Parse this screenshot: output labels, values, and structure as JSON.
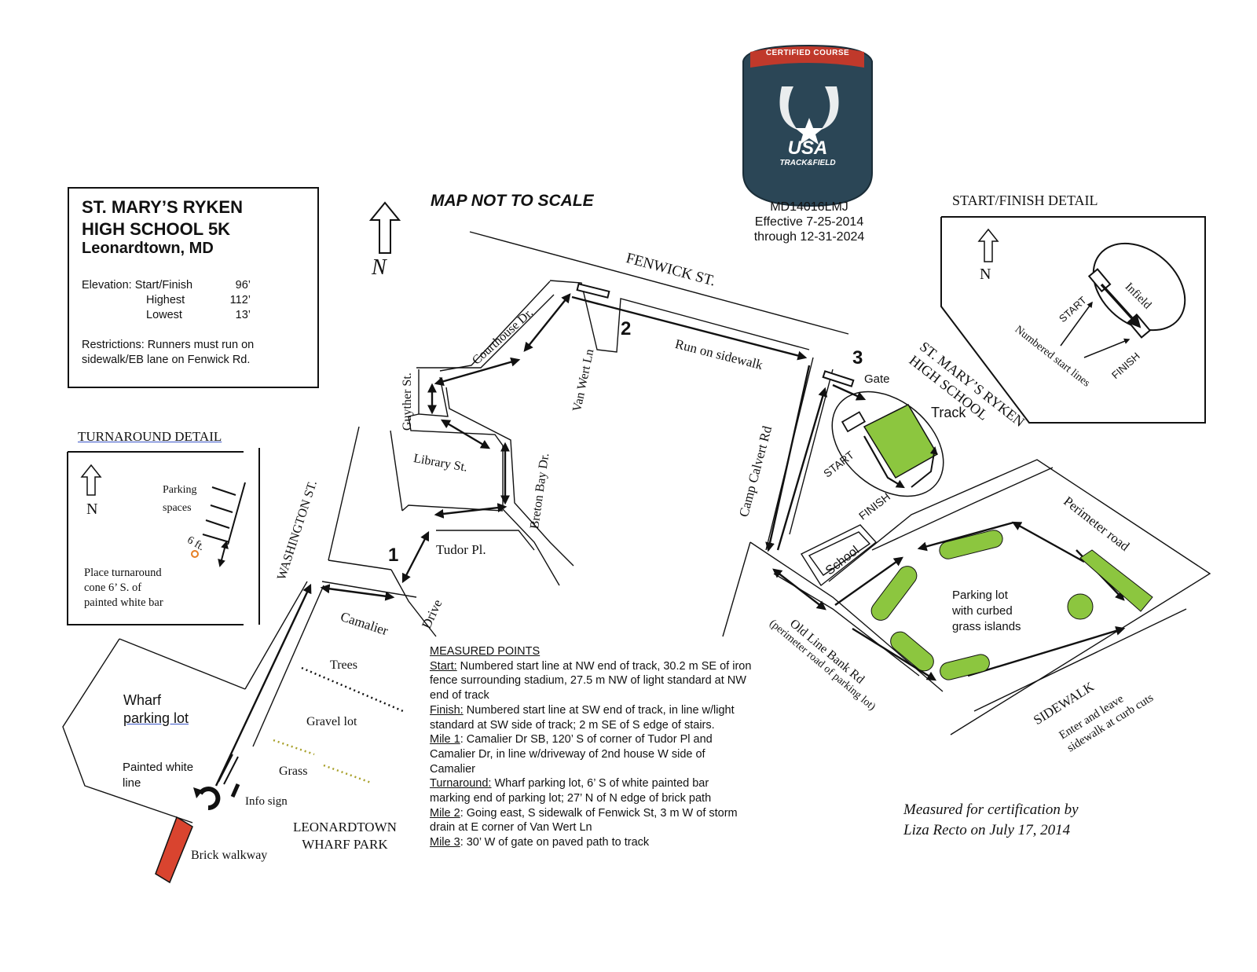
{
  "title": {
    "line1": "ST. MARY’S RYKEN",
    "line2": "HIGH SCHOOL 5K",
    "location": "Leonardtown, MD"
  },
  "elevation": {
    "label": "Elevation:",
    "rows": [
      {
        "label": "Start/Finish",
        "value": "96’"
      },
      {
        "label": "Highest",
        "value": "112’"
      },
      {
        "label": "Lowest",
        "value": "13’"
      }
    ]
  },
  "restrictions": "Restrictions:  Runners must run on sidewalk/EB lane on Fenwick Rd.",
  "map_note": "MAP NOT TO SCALE",
  "certification": {
    "badge_top": "CERTIFIED COURSE",
    "badge_brand": "USA",
    "badge_sub": "TRACK&FIELD",
    "course_id": "MD14016LMJ",
    "effective": "Effective 7-25-2014",
    "through": "through 12-31-2024",
    "colors": {
      "badge": "#2b4656",
      "banner": "#c0392b",
      "grass": "#8cc63f",
      "brick": "#d9442f",
      "cone": "#e67e22"
    }
  },
  "north_label": "N",
  "streets": {
    "fenwick": "FENWICK ST.",
    "courthouse": "Courthouse Dr.",
    "guyther": "Guyther St.",
    "van_wert": "Van Wert Ln",
    "library": "Library St.",
    "breton_bay": "Breton Bay Dr.",
    "washington": "WASHINGTON ST.",
    "tudor": "Tudor Pl.",
    "camalier": "Camalier",
    "drive": "Drive",
    "camp_calvert": "Camp Calvert Rd",
    "old_line": "Old Line Bank Rd",
    "perimeter_note": "(perimeter road of parking lot)",
    "run_on_sidewalk": "Run on sidewalk"
  },
  "markers": {
    "mile1": "1",
    "mile2": "2",
    "mile3": "3"
  },
  "places": {
    "gate": "Gate",
    "track": "Track",
    "start": "START",
    "finish": "FINISH",
    "school": "School",
    "school_name_1": "ST. MARY’S RYKEN",
    "school_name_2": "HIGH SCHOOL",
    "parking_lot": [
      "Parking lot",
      "with curbed",
      "grass islands"
    ],
    "perimeter_road": "Perimeter road",
    "sidewalk": "SIDEWALK",
    "enter_leave": [
      "Enter and leave",
      "sidewalk at curb cuts"
    ],
    "trees": "Trees",
    "gravel_lot": "Gravel lot",
    "grass": "Grass",
    "wharf_parking_1": "Wharf",
    "wharf_parking_2": "parking  lot",
    "painted_white_1": "Painted white",
    "painted_white_2": "line",
    "info_sign": "Info sign",
    "wharf_park_1": "LEONARDTOWN",
    "wharf_park_2": "WHARF PARK",
    "brick_walkway": "Brick walkway"
  },
  "turnaround_detail": {
    "heading": "TURNAROUND  DETAIL",
    "parking_1": "Parking",
    "parking_2": "spaces",
    "distance": "6 ft.",
    "note": [
      "Place turnaround",
      "cone 6’ S. of",
      "painted white bar"
    ]
  },
  "start_finish_detail": {
    "heading": "START/FINISH DETAIL",
    "start": "START",
    "infield": "Infield",
    "finish": "FINISH",
    "numbered": "Numbered start lines"
  },
  "measured_points": {
    "heading": "MEASURED POINTS",
    "items": [
      {
        "label": "Start:",
        "text": "  Numbered start line at NW end of track, 30.2 m SE of iron fence surrounding stadium, 27.5 m NW of light standard at NW end of track"
      },
      {
        "label": "Finish:",
        "text": "  Numbered start line at SW end of track, in line w/light standard at SW side of track; 2 m SE of S edge of stairs."
      },
      {
        "label": "Mile 1",
        "text": ":  Camalier Dr SB, 120’ S of corner of Tudor Pl and Camalier Dr, in line w/driveway of 2nd house W side of Camalier"
      },
      {
        "label": "Turnaround:",
        "text": " Wharf parking lot, 6’ S of white painted bar marking end of parking lot; 27’ N of N edge of brick path"
      },
      {
        "label": "Mile 2",
        "text": ":  Going east, S sidewalk of Fenwick St, 3 m W of storm drain at E corner of Van Wert Ln"
      },
      {
        "label": "Mile 3",
        "text": ":  30’ W of gate on paved path to track"
      }
    ]
  },
  "credit": {
    "line1": "Measured for certification by",
    "line2": "Liza Recto on July 17, 2014"
  }
}
